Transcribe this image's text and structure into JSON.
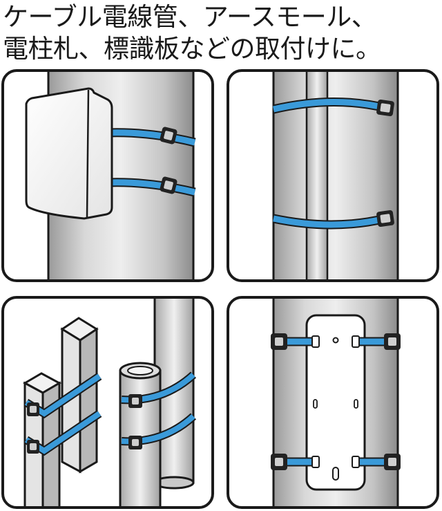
{
  "caption": {
    "line1": "ケーブル電線管、アースモール、",
    "line2": "電柱札、標識板などの取付けに。"
  },
  "panels": [
    {
      "subject": "box-mounted-on-pole"
    },
    {
      "subject": "conduit-on-pole"
    },
    {
      "subject": "square-and-round-posts"
    },
    {
      "subject": "sign-plate-on-pole"
    }
  ],
  "colors": {
    "strap": "#3a9ad9",
    "pole_light": "#e6e6e6",
    "pole_mid": "#c6c6c6",
    "pole_dark": "#8f8f8f",
    "outline": "#1a1a1a",
    "buckle": "#222222"
  }
}
